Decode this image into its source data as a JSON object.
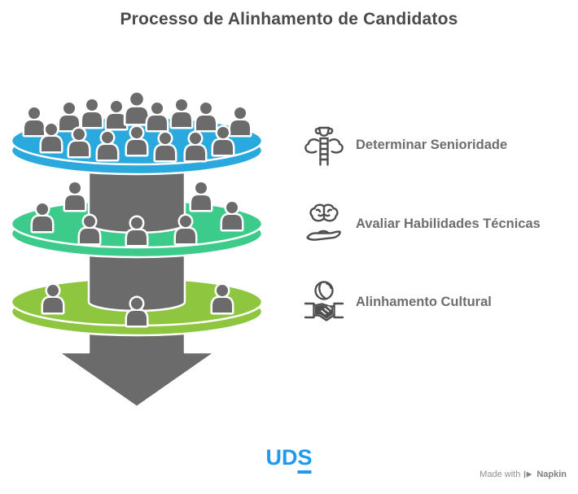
{
  "title": "Processo de Alinhamento de Candidatos",
  "colors": {
    "stage_blue": "#29A9DE",
    "stage_green": "#3DCB8C",
    "stage_lime": "#8FC640",
    "shape_gray": "#6B6B6B",
    "outline_white": "#FFFFFF",
    "icon_stroke": "#4F4F4F",
    "title_text": "#4A4A4A",
    "label_text": "#6E6E6E",
    "logo_blue": "#1E9BF0",
    "credit_gray": "#909090"
  },
  "funnel": {
    "layers": [
      {
        "name": "all-candidates",
        "color_key": "stage_blue",
        "people_count": 16
      },
      {
        "name": "screened-candidates",
        "color_key": "stage_green",
        "people_count": 7
      },
      {
        "name": "aligned-candidates",
        "color_key": "stage_lime",
        "people_count": 3
      }
    ]
  },
  "steps": [
    {
      "label": "Determinar Senioridade",
      "icon": "seniority-ladder-icon"
    },
    {
      "label": "Avaliar Habilidades Técnicas",
      "icon": "brain-hand-icon"
    },
    {
      "label": "Alinhamento Cultural",
      "icon": "handshake-globe-icon"
    }
  ],
  "footer": {
    "logo_text": "UDS",
    "credit_prefix": "Made with",
    "credit_brand": "Napkin"
  }
}
